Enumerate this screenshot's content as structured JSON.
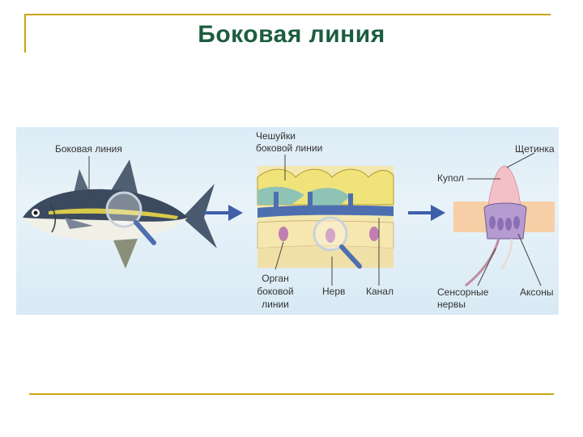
{
  "slide": {
    "title": "Боковая линия"
  },
  "figure": {
    "labels": {
      "fish_lateral_line": "Боковая линия",
      "scales_line1": "Чешуйки",
      "scales_line2": "боковой линии",
      "organ_line1": "Орган",
      "organ_line2": "боковой",
      "organ_line3": "линии",
      "nerve": "Нерв",
      "canal": "Канал",
      "bristle": "Щетинка",
      "cupula": "Купол",
      "sensory_line1": "Сенсорные",
      "sensory_line2": "нервы",
      "axons": "Аксоны"
    },
    "colors": {
      "background": "#dcecf6",
      "fish_back": "#3b4a5e",
      "fish_belly": "#f1f0e6",
      "fish_stripe": "#d8c94a",
      "canal_blue": "#4d6fb0",
      "scale_yellow": "#efe37a",
      "cupula_pink": "#f3c0c8",
      "tissue_peach": "#f7cfa6",
      "cell_purple": "#8a6fb4",
      "arrow_blue": "#3f5fa8",
      "title_green": "#1d5d3f",
      "rule_gold": "#c8a415"
    }
  }
}
